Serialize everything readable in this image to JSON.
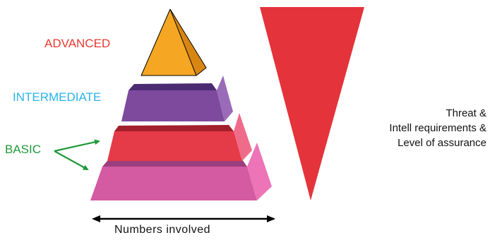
{
  "levels": {
    "advanced": {
      "label": "ADVANCED",
      "color": "#e8392f"
    },
    "intermediate": {
      "label": "INTERMEDIATE",
      "color": "#29b3e8"
    },
    "basic": {
      "label": "BASIC",
      "color": "#1f9a3a"
    }
  },
  "axis_label": "Numbers involved",
  "right_text": [
    "Threat &",
    "Intell requirements &",
    "Level of assurance"
  ],
  "colors": {
    "apex": "#f5a623",
    "upper_tier": "#7d4a9e",
    "middle_tier": "#e53a47",
    "lower_tier": "#d45aa2",
    "triangle": "#e4333a",
    "arrow": "#000000"
  }
}
